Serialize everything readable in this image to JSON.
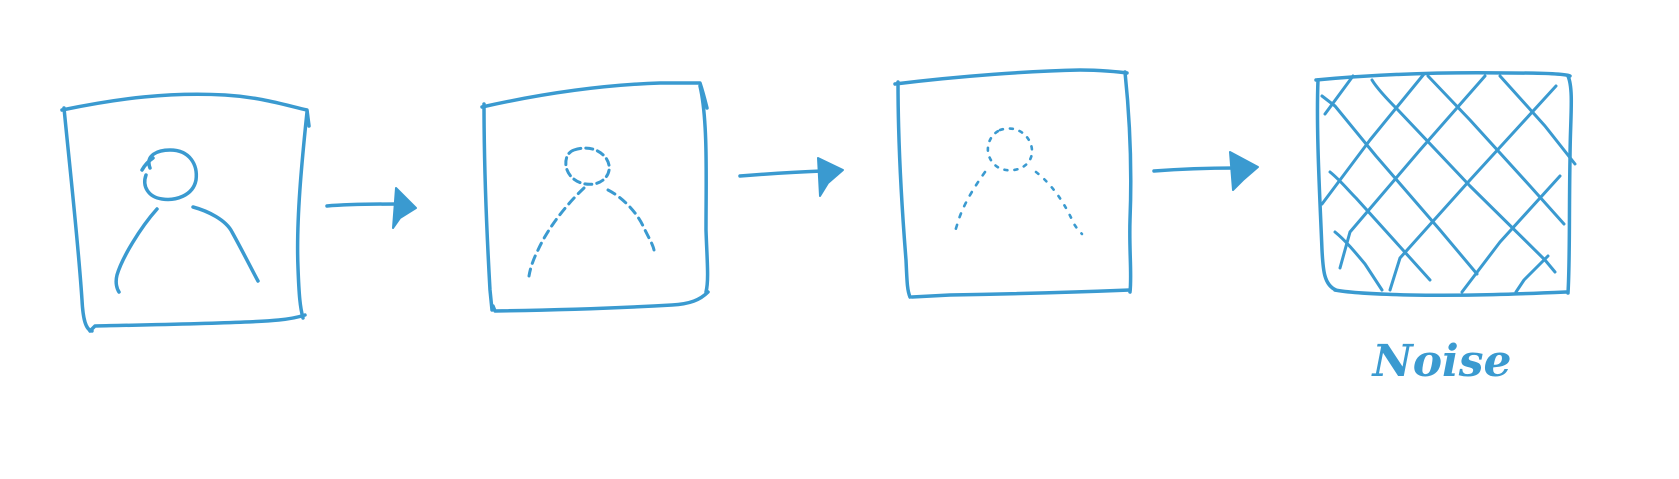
{
  "diagram": {
    "ink_color": "#3a9ad0",
    "background": "#ffffff",
    "stages": [
      {
        "id": "clean",
        "content": "person-icon",
        "noise_level": 0.0
      },
      {
        "id": "slightly-noisy",
        "content": "person-icon",
        "noise_level": 0.35
      },
      {
        "id": "very-noisy",
        "content": "person-icon",
        "noise_level": 0.7
      },
      {
        "id": "pure-noise",
        "content": "crosshatch",
        "noise_level": 1.0
      }
    ],
    "arrows": [
      {
        "from": "clean",
        "to": "slightly-noisy",
        "icon": "arrow-right-icon"
      },
      {
        "from": "slightly-noisy",
        "to": "very-noisy",
        "icon": "arrow-right-icon"
      },
      {
        "from": "very-noisy",
        "to": "pure-noise",
        "icon": "arrow-right-icon"
      }
    ],
    "noise_label": "Noise"
  }
}
